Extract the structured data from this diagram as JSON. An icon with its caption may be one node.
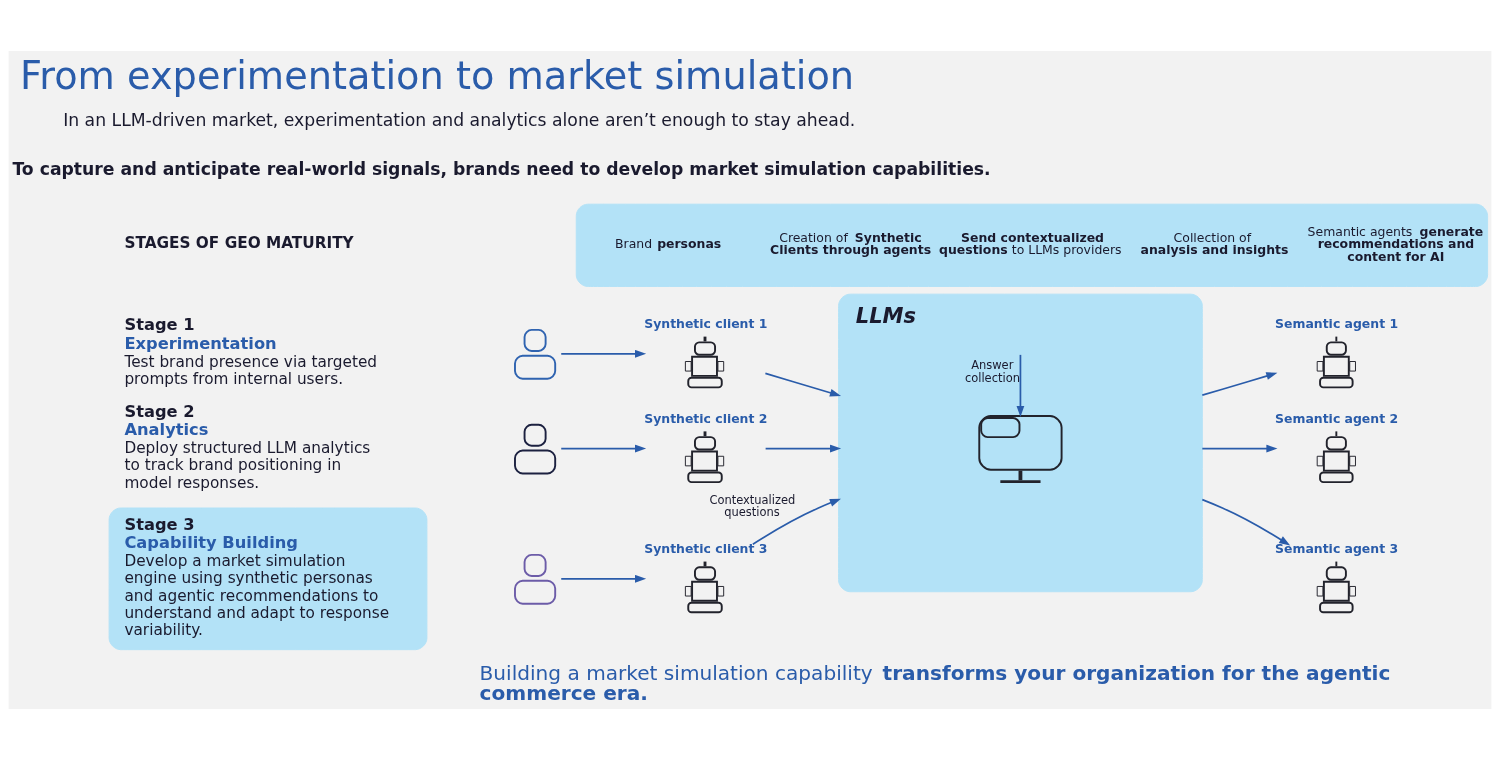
{
  "diagram": {
    "title": "From experimentation to market simulation",
    "nodes": [
      {
        "text": [
          "Brand **personas**",
          "Creation of **Synthetic Clients through agents**",
          "**Send contextualized questions** to LLMs providers",
          "Collection of **analysis and insights**",
          "Semantic agents **generate recommendations and content for AI**"
        ]
      },
      {
        "text": [
          "Stage 3",
          "Capability Building",
          "Develop a market simulation engine using synthetic personas and agentic recommendations to understand and adapt to response variability."
        ]
      },
      {
        "text": [],
        "shape": "person"
      },
      {
        "text": [],
        "shape": "person"
      },
      {
        "text": [],
        "shape": "person"
      },
      {
        "text": [],
        "shape": "picture",
        "beside": [
          "Synthetic client 1"
        ]
      },
      {
        "text": [],
        "shape": "picture",
        "beside": [
          "Synthetic client 2"
        ]
      },
      {
        "text": [],
        "shape": "picture",
        "beside": [
          "Synthetic client 3"
        ]
      },
      {
        "text": [
          "LLMs"
        ]
      },
      {
        "text": [],
        "shape": "picture",
        "in": 8
      },
      {
        "text": [],
        "shape": "picture",
        "beside": [
          "Semantic agent 1"
        ]
      },
      {
        "text": [],
        "shape": "picture",
        "beside": [
          "Semantic agent 2"
        ]
      },
      {
        "text": [],
        "shape": "picture",
        "beside": [
          "Semantic agent 3"
        ]
      }
    ],
    "edges": [
      {
        "from": 2,
        "to": 5,
        "arrow": "to"
      },
      {
        "from": 3,
        "to": 6,
        "arrow": "to"
      },
      {
        "from": 4,
        "to": 7,
        "arrow": "to"
      },
      {
        "from": 5,
        "to": 8,
        "arrow": "to"
      },
      {
        "from": 6,
        "to": 8,
        "arrow": "to"
      },
      {
        "from": 7,
        "to": 8,
        "arrow": "to",
        "label": "Contextualized questions"
      },
      {
        "from": null,
        "to": 9,
        "arrow": "to",
        "label": "Answer collection"
      },
      {
        "from": 8,
        "to": 10,
        "arrow": "to"
      },
      {
        "from": 8,
        "to": 11,
        "arrow": "to"
      },
      {
        "from": 8,
        "to": 12,
        "arrow": "to"
      }
    ],
    "labels": [
      "In an LLM-driven market, experimentation and analytics alone aren’t enough to stay ahead.",
      "To capture and anticipate real-world signals, brands need to develop market simulation capabilities.",
      "STAGES OF GEO MATURITY",
      "Stage 1",
      "Experimentation",
      "Test brand presence via targeted prompts from internal users.",
      "Stage 2",
      "Analytics",
      "Deploy structured LLM analytics to track brand positioning in model responses.",
      "Building a market simulation capability **transforms your organization for the agentic commerce era.**"
    ]
  }
}
